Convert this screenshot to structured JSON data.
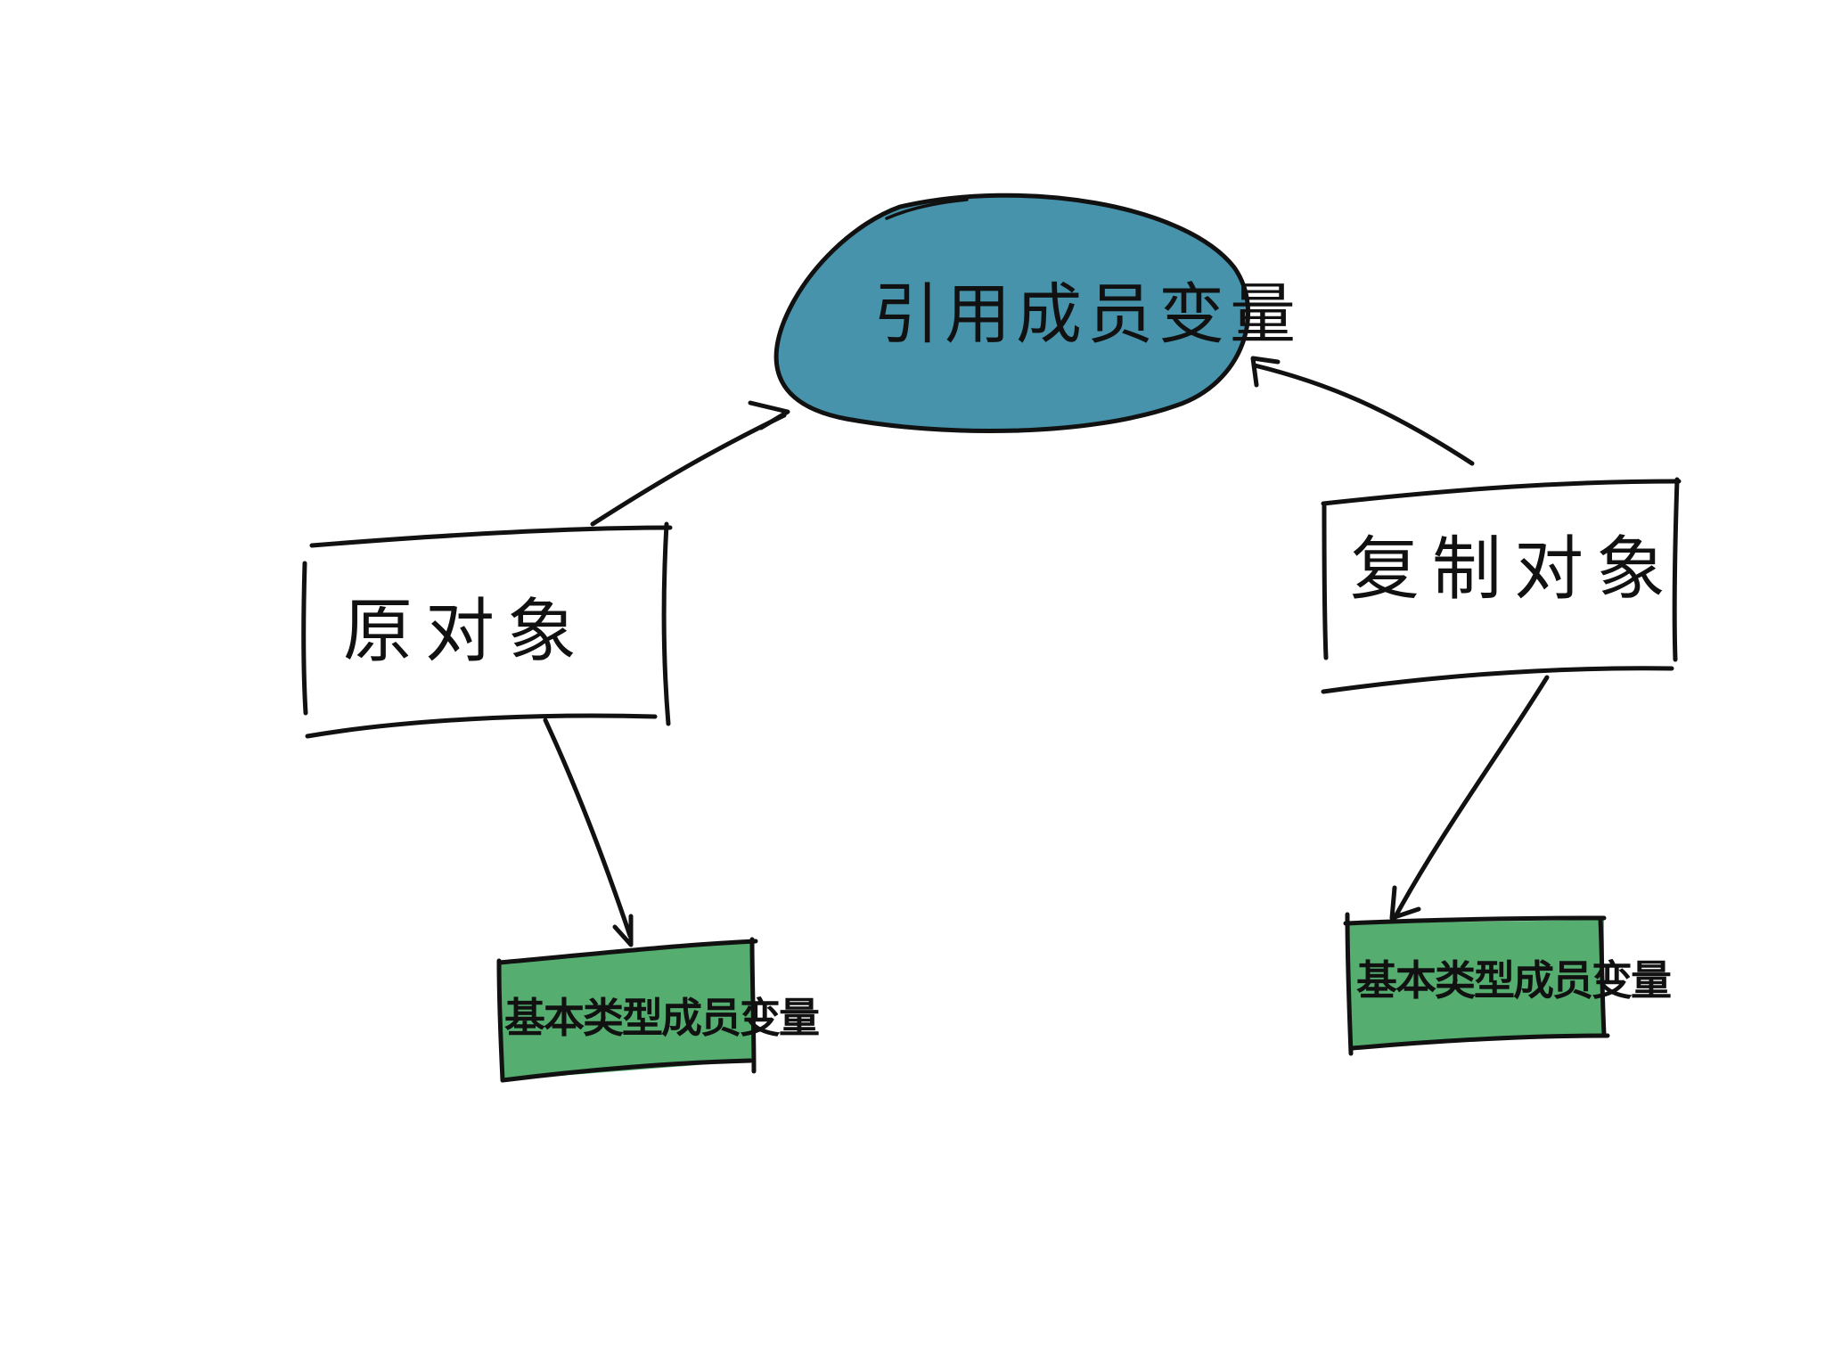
{
  "colors": {
    "ellipse_fill": "#4793ab",
    "leaf_fill": "#55ad6f",
    "stroke": "#111111",
    "box_fill": "#ffffff"
  },
  "nodes": {
    "reference_member": {
      "label": "引用成员变量"
    },
    "original_object": {
      "label": "原对象"
    },
    "copied_object": {
      "label": "复制对象"
    },
    "left_primitive": {
      "label": "基本类型成员变量"
    },
    "right_primitive": {
      "label": "基本类型成员变量"
    }
  },
  "edges": [
    {
      "from": "original_object",
      "to": "reference_member"
    },
    {
      "from": "copied_object",
      "to": "reference_member"
    },
    {
      "from": "original_object",
      "to": "left_primitive"
    },
    {
      "from": "copied_object",
      "to": "right_primitive"
    }
  ]
}
